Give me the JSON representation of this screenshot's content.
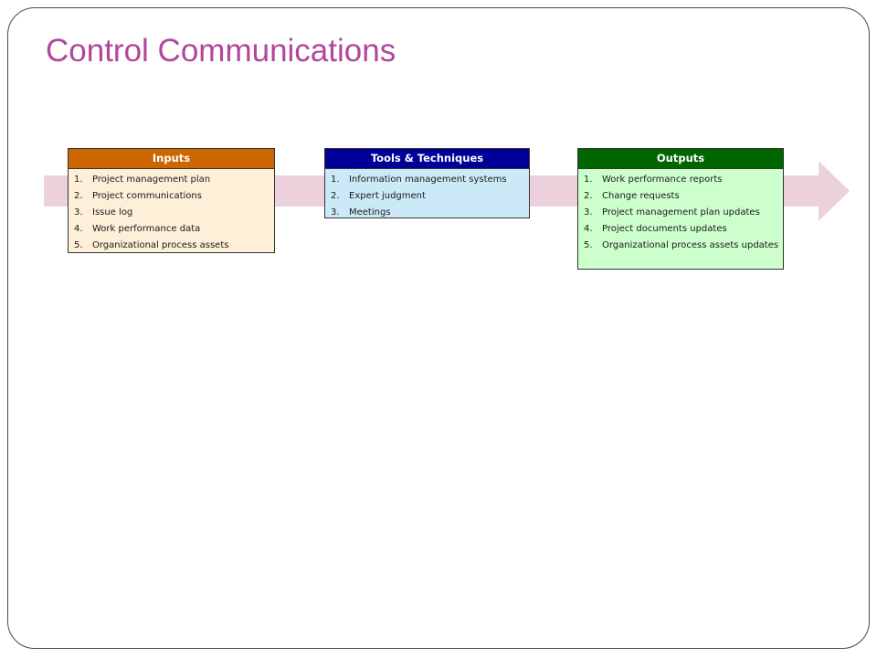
{
  "title": "Control Communications",
  "colors": {
    "title": "#b2469b",
    "arrow": "#ecd1dc",
    "inputs_header": "#cc6600",
    "inputs_body": "#fdefd8",
    "tools_header": "#000099",
    "tools_body": "#cce9f8",
    "outputs_header": "#006600",
    "outputs_body": "#ccffcc"
  },
  "inputs": {
    "header": "Inputs",
    "items": [
      {
        "num": "1.",
        "text": "Project management  plan"
      },
      {
        "num": "2.",
        "text": "Project communications"
      },
      {
        "num": "3.",
        "text": "Issue log"
      },
      {
        "num": "4.",
        "text": "Work performance data"
      },
      {
        "num": "5.",
        "text": "Organizational  process assets"
      }
    ]
  },
  "tools": {
    "header": "Tools & Techniques",
    "items": [
      {
        "num": "1.",
        "text": "Information  management  systems"
      },
      {
        "num": "2.",
        "text": "Expert judgment"
      },
      {
        "num": "3.",
        "text": "Meetings"
      }
    ]
  },
  "outputs": {
    "header": "Outputs",
    "items": [
      {
        "num": "1.",
        "text": "Work performance reports"
      },
      {
        "num": "2.",
        "text": "Change requests"
      },
      {
        "num": "3.",
        "text": "Project management  plan updates"
      },
      {
        "num": "4.",
        "text": "Project documents updates"
      },
      {
        "num": "5.",
        "text": "Organizational  process assets updates"
      }
    ]
  }
}
